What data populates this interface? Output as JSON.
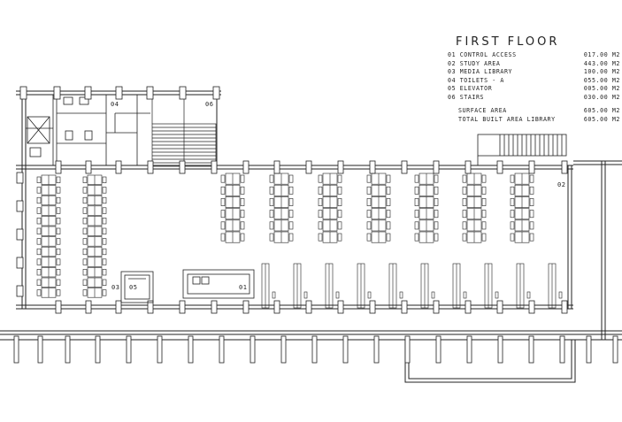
{
  "legend": {
    "title": "FIRST FLOOR",
    "rows": [
      {
        "label": "01 CONTROL ACCESS",
        "area": "017.00 M2"
      },
      {
        "label": "02 STUDY AREA",
        "area": "443.00 M2"
      },
      {
        "label": "03 MEDIA LIBRARY",
        "area": "100.00 M2"
      },
      {
        "label": "04 TOILETS - A",
        "area": "055.00 M2"
      },
      {
        "label": "05 ELEVATOR",
        "area": "005.00 M2"
      },
      {
        "label": "06 STAIRS",
        "area": "030.00 M2"
      }
    ],
    "totals": [
      {
        "label": "SURFACE AREA",
        "area": "605.00 M2"
      },
      {
        "label": "TOTAL BUILT AREA LIBRARY",
        "area": "605.00 M2"
      }
    ]
  },
  "room_labels": {
    "r01": "01",
    "r02": "02",
    "r03": "03",
    "r04": "04",
    "r05": "05",
    "r06": "06"
  },
  "colors": {
    "line": "#222222",
    "light": "#555555",
    "bg": "#ffffff"
  }
}
